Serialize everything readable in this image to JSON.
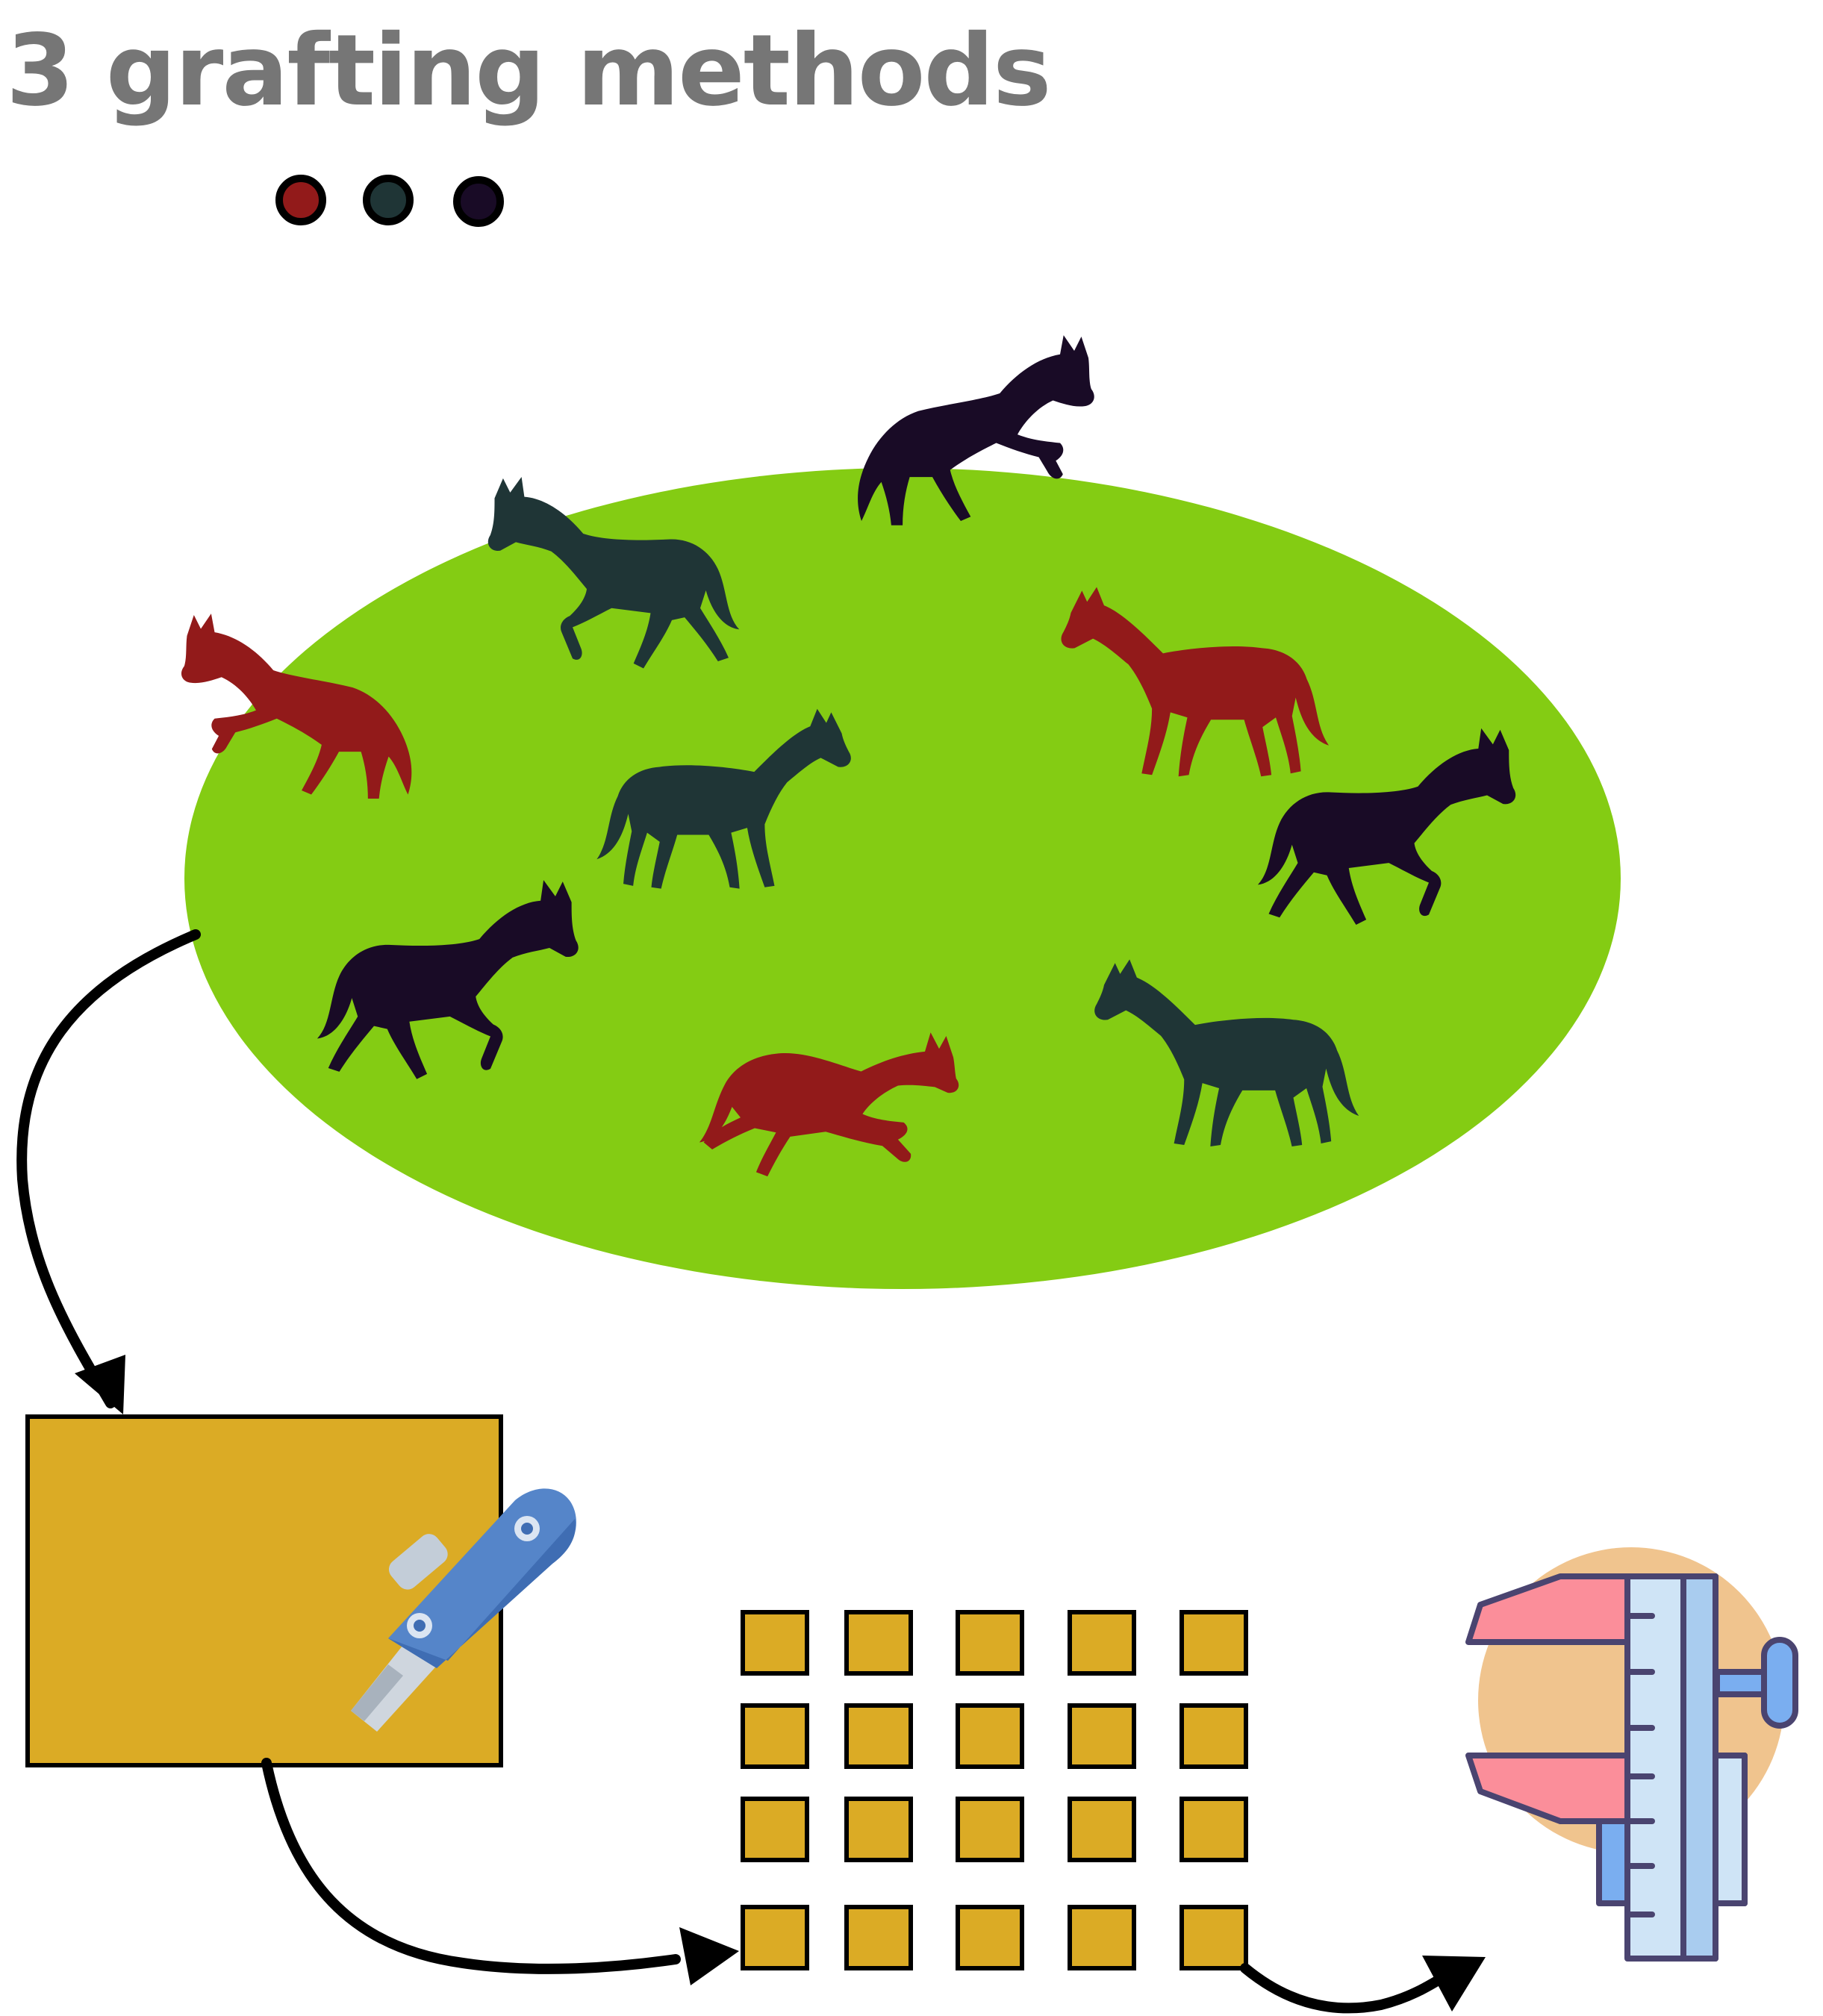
{
  "title": "3 grafting methods",
  "colors": {
    "method_1": "#921a1a",
    "method_2": "#1f3536",
    "method_3": "#190b26",
    "field": "#84cc13",
    "block": "#dbab25",
    "arrow": "#000000",
    "title_text": "#767676",
    "knife_blue": "#5585c9",
    "caliper_pink": "#fb8e9a",
    "caliper_ruler": "#cfe4f6",
    "caliper_circle": "#f0c48e"
  },
  "method_dots": [
    {
      "method": "method_1",
      "color": "#921a1a"
    },
    {
      "method": "method_2",
      "color": "#1f3536"
    },
    {
      "method": "method_3",
      "color": "#190b26"
    }
  ],
  "horses": [
    {
      "method": "method_1",
      "pose": "rearing-left"
    },
    {
      "method": "method_2",
      "pose": "trotting-left"
    },
    {
      "method": "method_3",
      "pose": "rearing-right"
    },
    {
      "method": "method_1",
      "pose": "prancing-left"
    },
    {
      "method": "method_2",
      "pose": "standing-right"
    },
    {
      "method": "method_3",
      "pose": "prancing-right"
    },
    {
      "method": "method_3",
      "pose": "trotting-right"
    },
    {
      "method": "method_1",
      "pose": "jumping-right"
    },
    {
      "method": "method_2",
      "pose": "standing-left"
    }
  ],
  "sample_grid": {
    "rows": 4,
    "cols": 5
  },
  "icons": [
    "utility-knife-icon",
    "caliper-icon"
  ]
}
